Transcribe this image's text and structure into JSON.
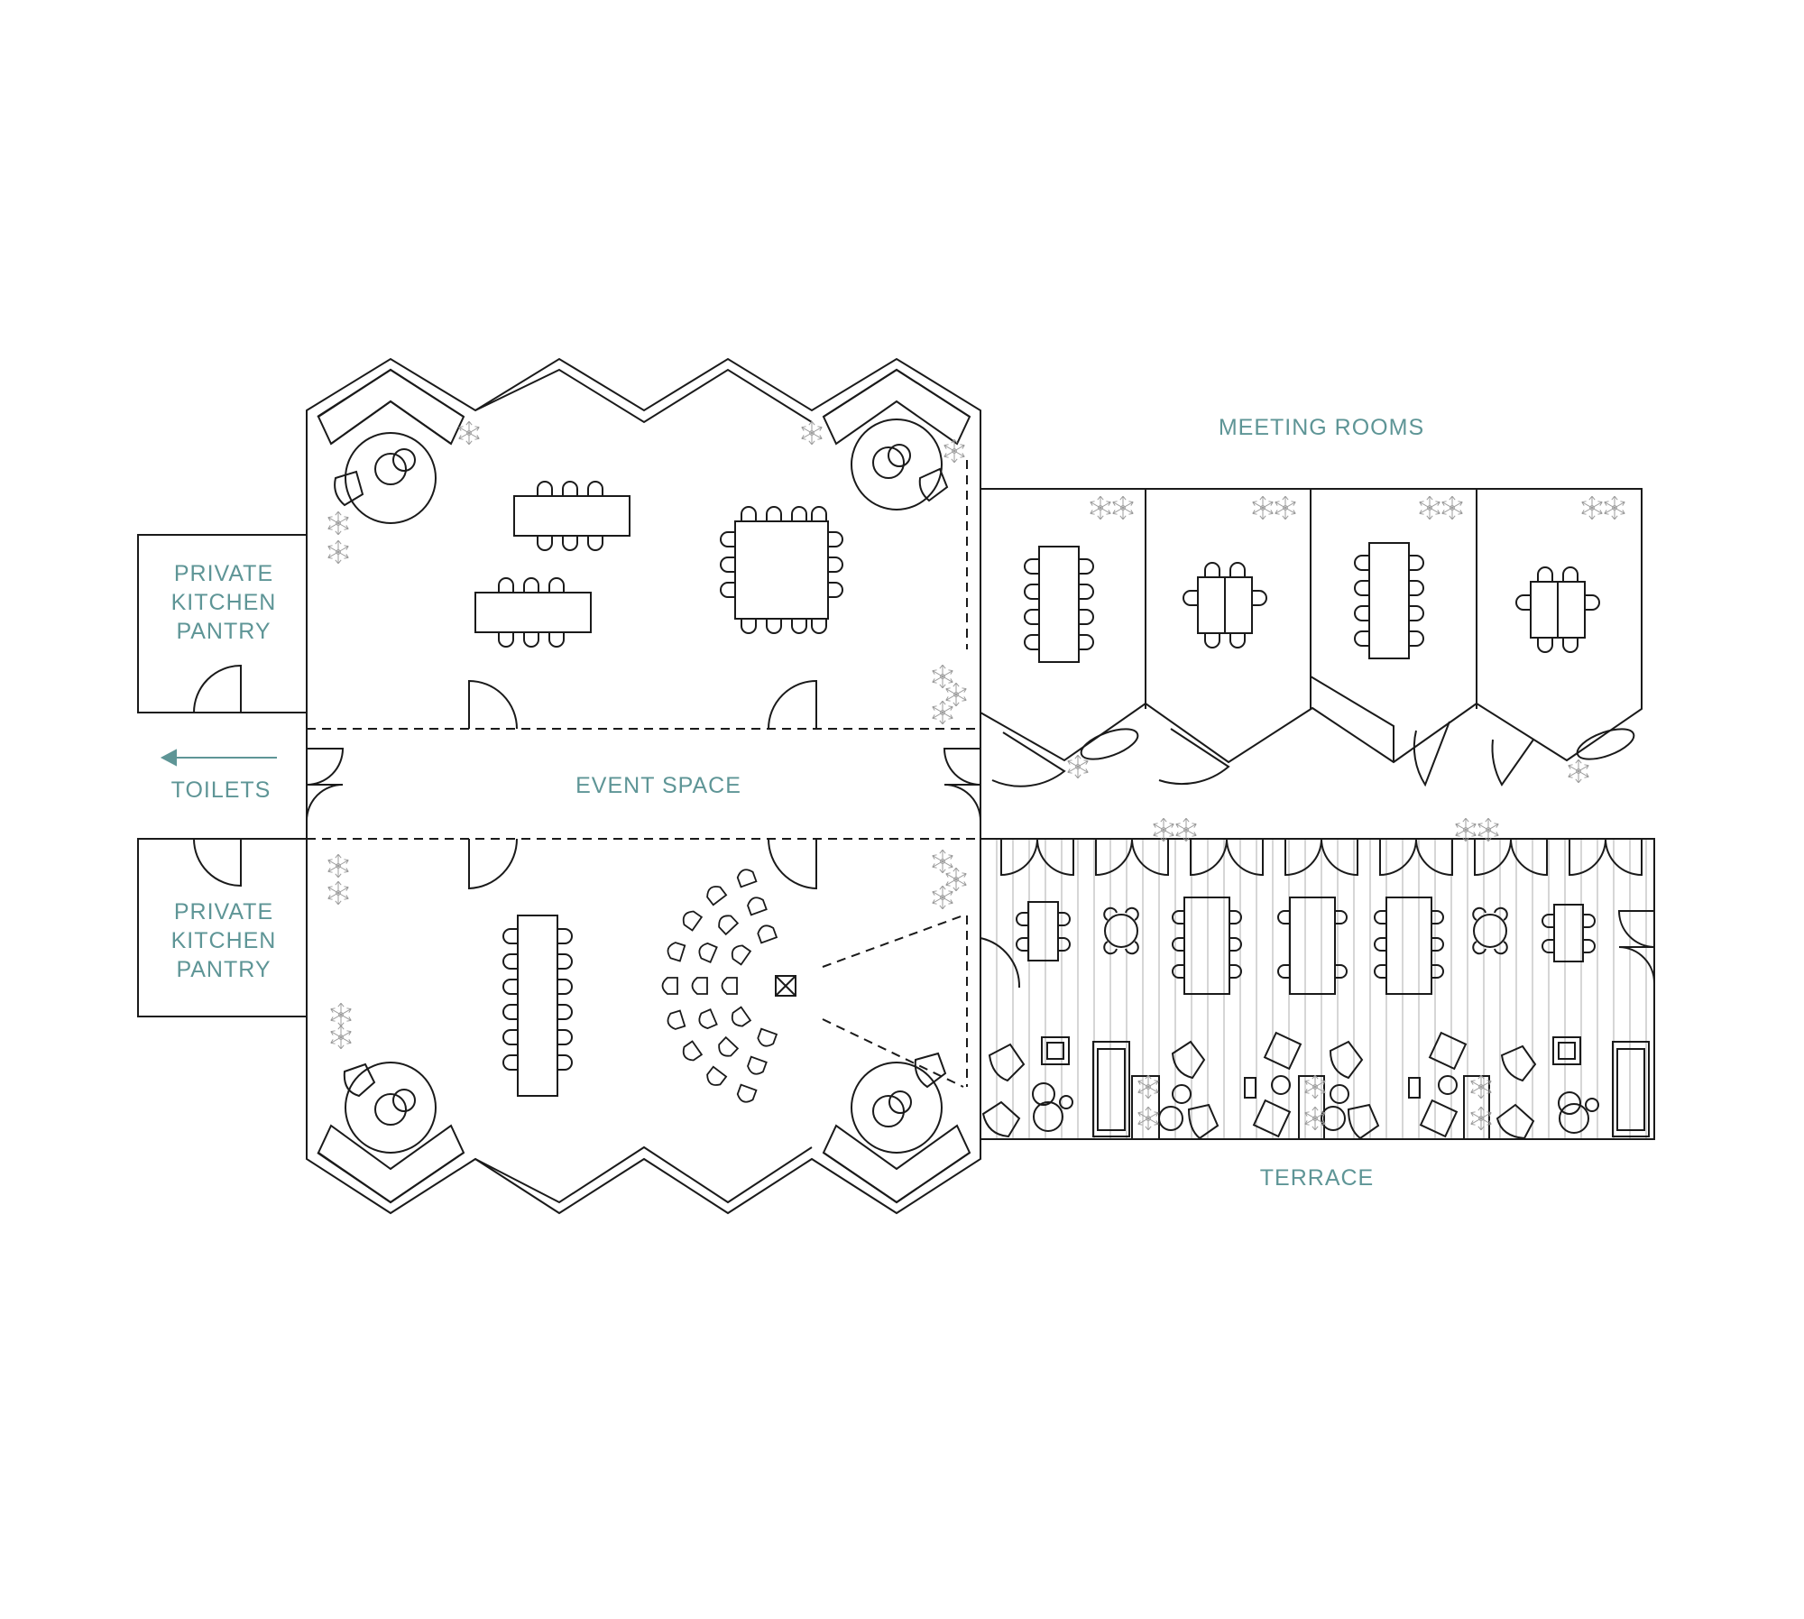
{
  "labels": {
    "meeting_rooms": "MEETING ROOMS",
    "event_space": "EVENT SPACE",
    "terrace": "TERRACE",
    "toilets": "TOILETS",
    "kitchen_top": [
      "PRIVATE",
      "KITCHEN",
      "PANTRY"
    ],
    "kitchen_bottom": [
      "PRIVATE",
      "KITCHEN",
      "PANTRY"
    ]
  },
  "icons": {
    "toilets_arrow": "arrow-left-icon",
    "plant": "plant-icon",
    "door": "door-icon",
    "table": "table-icon",
    "chair": "chair-icon",
    "sofa": "sofa-icon"
  },
  "colors": {
    "label": "#5e9596",
    "line": "#1a1a1a",
    "plant": "#9a9a9a",
    "terrace_slats": "#c9c9c9"
  }
}
